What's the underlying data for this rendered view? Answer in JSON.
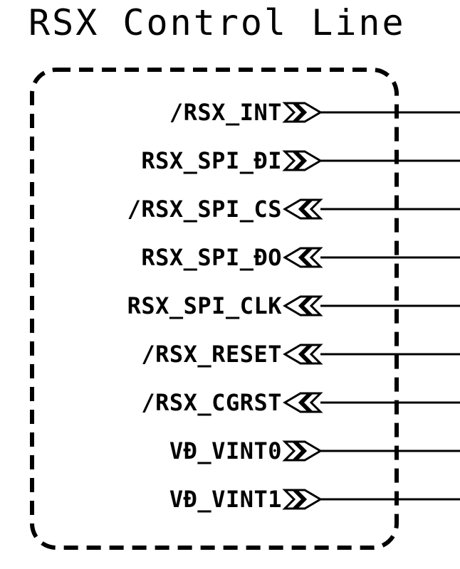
{
  "title": "RSX Control Line",
  "colors": {
    "ink": "#000000",
    "background": "#ffffff"
  },
  "signals": [
    {
      "name": "/RSX_INT",
      "direction": "output"
    },
    {
      "name": "RSX_SPI_ĐI",
      "direction": "output"
    },
    {
      "name": "/RSX_SPI_CS",
      "direction": "input"
    },
    {
      "name": "RSX_SPI_ĐO",
      "direction": "input"
    },
    {
      "name": "RSX_SPI_CLK",
      "direction": "input"
    },
    {
      "name": "/RSX_RESET",
      "direction": "input"
    },
    {
      "name": "/RSX_CGRST",
      "direction": "input"
    },
    {
      "name": "VĐ_VINT0",
      "direction": "output"
    },
    {
      "name": "VĐ_VINT1",
      "direction": "output"
    }
  ]
}
